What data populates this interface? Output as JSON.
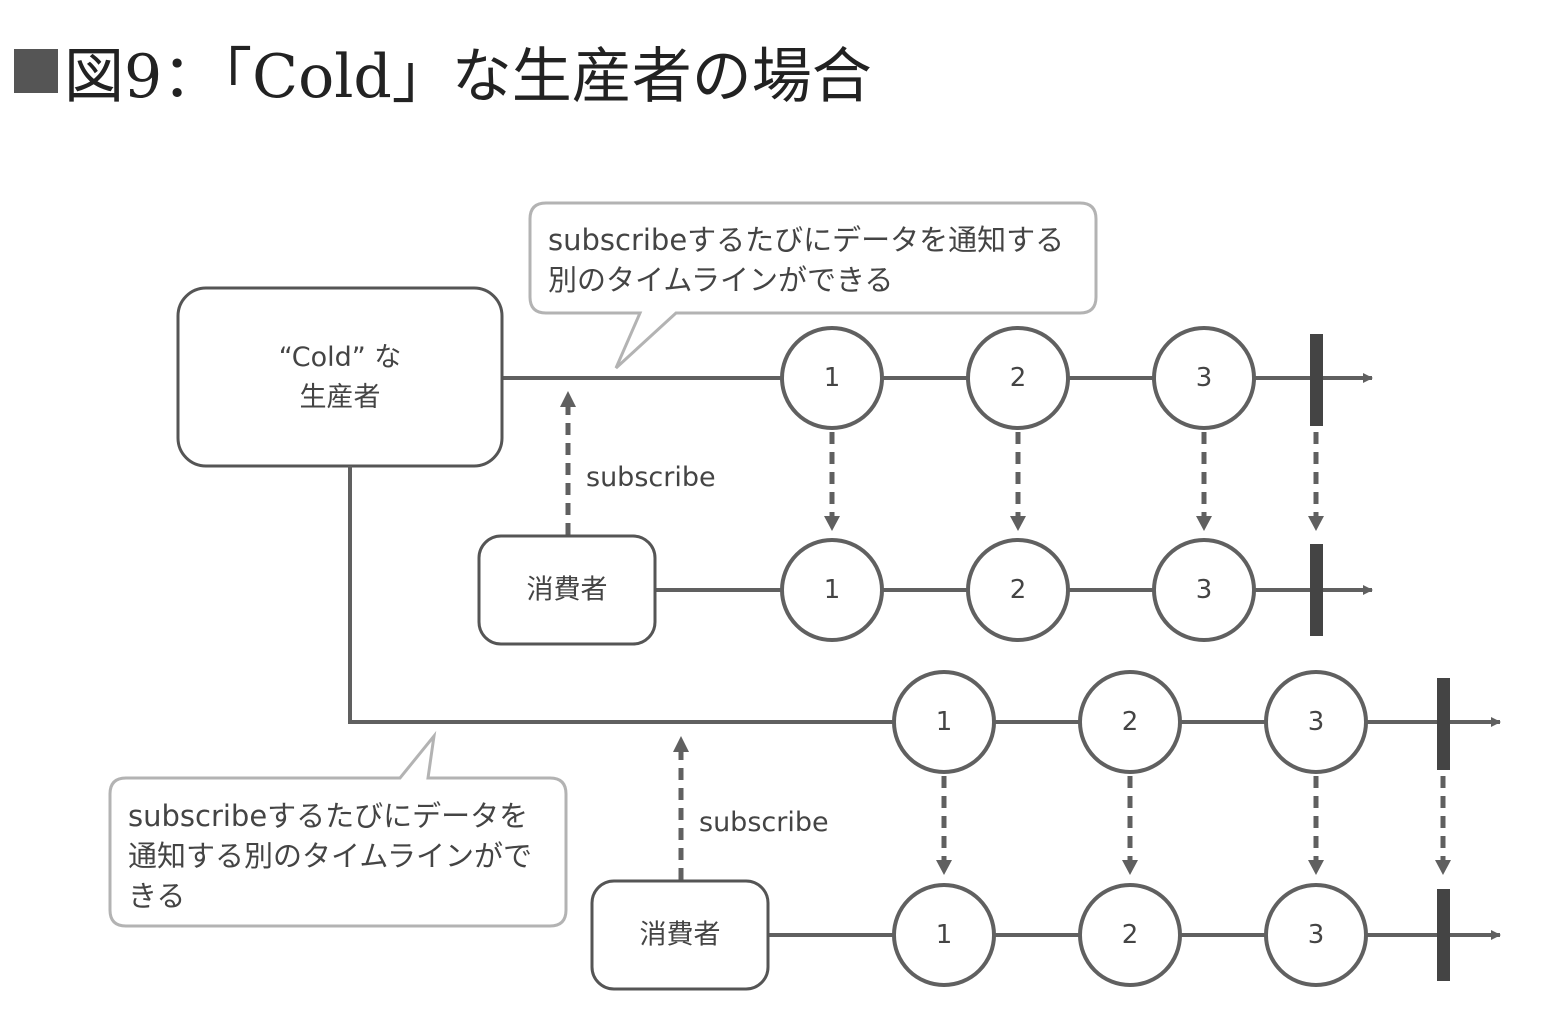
{
  "title": {
    "prefix_symbol": "■",
    "text": "図9：「Cold」な生産者の場合"
  },
  "producer": {
    "line1": "“Cold” な",
    "line2": "生産者"
  },
  "consumer_label": "消費者",
  "subscribe_label": "subscribe",
  "callout_top": {
    "line1": "subscribeするたびにデータを通知する",
    "line2": "別のタイムラインができる"
  },
  "callout_bottom": {
    "line1": "subscribeするたびにデータを",
    "line2": "通知する別のタイムラインがで",
    "line3": "きる"
  },
  "events": [
    "1",
    "2",
    "3"
  ],
  "colors": {
    "line": "#606060",
    "box_border": "#555555",
    "callout_border": "#b3b3b3",
    "text": "#444444"
  }
}
